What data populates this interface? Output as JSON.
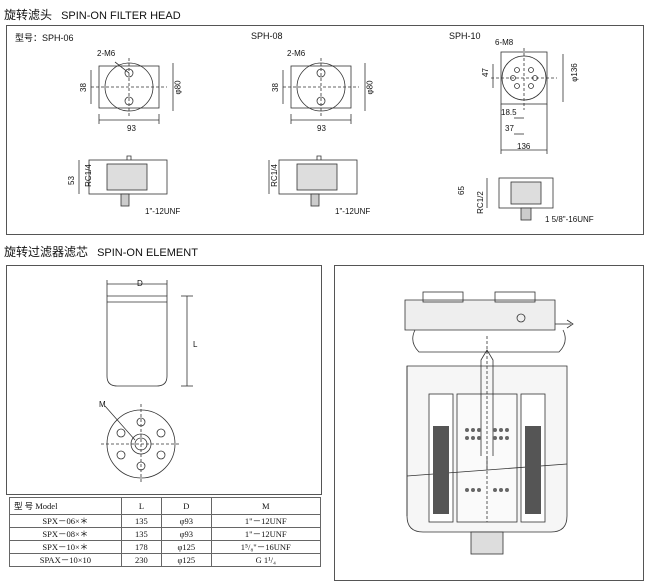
{
  "headings": {
    "filter_head_cn": "旋转滤头",
    "filter_head_en": "SPIN-ON FILTER HEAD",
    "element_cn": "旋转过滤器滤芯",
    "element_en": "SPIN-ON ELEMENT"
  },
  "filter_head_panel": {
    "models": {
      "spx06": "型号：SPH-06",
      "spx08": "SPH-08",
      "spx10": "SPH-10"
    },
    "dims_06": {
      "holes": "2-M6",
      "height": "38",
      "dia": "φ80",
      "width": "93",
      "height2": "53",
      "port": "RC1/4",
      "thread": "1\"-12UNF"
    },
    "dims_08": {
      "holes": "2-M6",
      "height": "38",
      "dia": "φ80",
      "width": "93",
      "port": "RC1/4",
      "thread": "1\"-12UNF"
    },
    "dims_10": {
      "holes": "6-M8",
      "height": "47",
      "dia": "φ136",
      "d1": "18.5",
      "d2": "37",
      "width": "136",
      "height2": "65",
      "port": "RC1/2",
      "thread": "1 5/8\"-16UNF"
    }
  },
  "element_panel": {
    "dim_D": "D",
    "dim_L": "L",
    "dim_M": "M"
  },
  "spec_table": {
    "headers": [
      "型 号 Model",
      "L",
      "D",
      "M"
    ],
    "rows": [
      [
        "SPX－06×＊",
        "135",
        "φ93",
        "1\"－12UNF"
      ],
      [
        "SPX－08×＊",
        "135",
        "φ93",
        "1\"－12UNF"
      ],
      [
        "SPX－10×＊",
        "178",
        "φ125",
        "1⁵/₈\"－16UNF"
      ],
      [
        "SPAX－10×10",
        "230",
        "φ125",
        "G 1¹/₄"
      ]
    ]
  },
  "colors": {
    "line": "#333333",
    "fill_gray": "#d8d8d8",
    "dark": "#555555"
  }
}
